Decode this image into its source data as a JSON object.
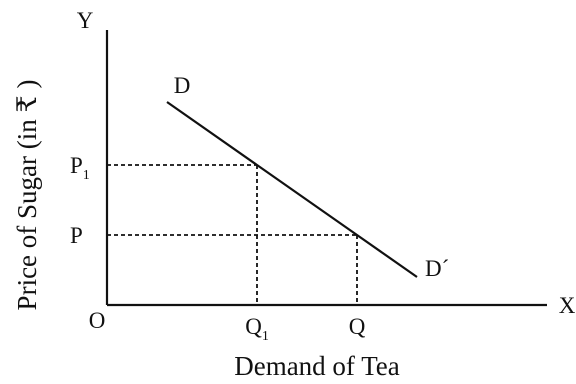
{
  "chart_data": {
    "type": "line",
    "title": "",
    "xlabel": "Demand of Tea",
    "ylabel": "Price of Sugar (in ₹ )",
    "axis_letters": {
      "y": "Y",
      "x": "X",
      "origin": "O"
    },
    "x_ticks": [
      {
        "main": "Q",
        "sub": "1",
        "x": 1.5
      },
      {
        "main": "Q",
        "sub": "",
        "x": 2.5
      }
    ],
    "y_ticks": [
      {
        "main": "P",
        "sub": "1",
        "y": 2.0
      },
      {
        "main": "P",
        "sub": "",
        "y": 1.0
      }
    ],
    "xlim": [
      0,
      4.4
    ],
    "ylim": [
      0,
      4.0
    ],
    "series": [
      {
        "name": "",
        "start_label": "D",
        "end_label": "D´",
        "points": [
          [
            0.6,
            2.9
          ],
          [
            1.5,
            2.0
          ],
          [
            2.5,
            1.0
          ],
          [
            3.1,
            0.4
          ]
        ]
      }
    ],
    "guides": [
      {
        "x": 1.5,
        "y": 2.0
      },
      {
        "x": 2.5,
        "y": 1.0
      }
    ],
    "grid": false,
    "legend": "none"
  }
}
